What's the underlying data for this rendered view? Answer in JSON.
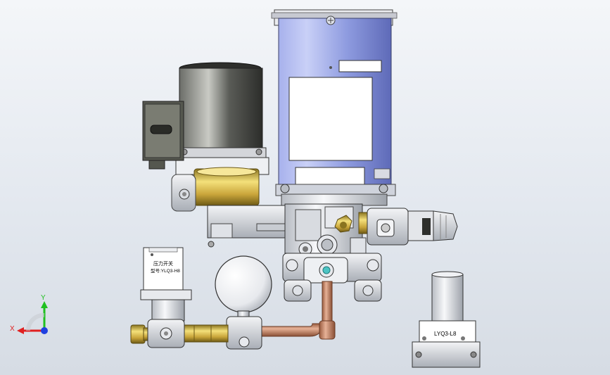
{
  "labels": {
    "pressure_switch_name": "压力开关",
    "pressure_switch_model": "型号:YLQ3-H8",
    "valve_label": "LYQ3-L8"
  },
  "triad": {
    "x_axis": "X",
    "y_axis": "Y"
  },
  "colors": {
    "background_top": "#f4f6f9",
    "background_bottom": "#d6dce4",
    "motor_blue": "#8f9ce0",
    "motor_dark": "#3c3e3a",
    "brass": "#e0c24a",
    "copper": "#c98a63",
    "axis_x": "#e02020",
    "axis_y": "#20c020",
    "axis_z": "#2040e0"
  }
}
